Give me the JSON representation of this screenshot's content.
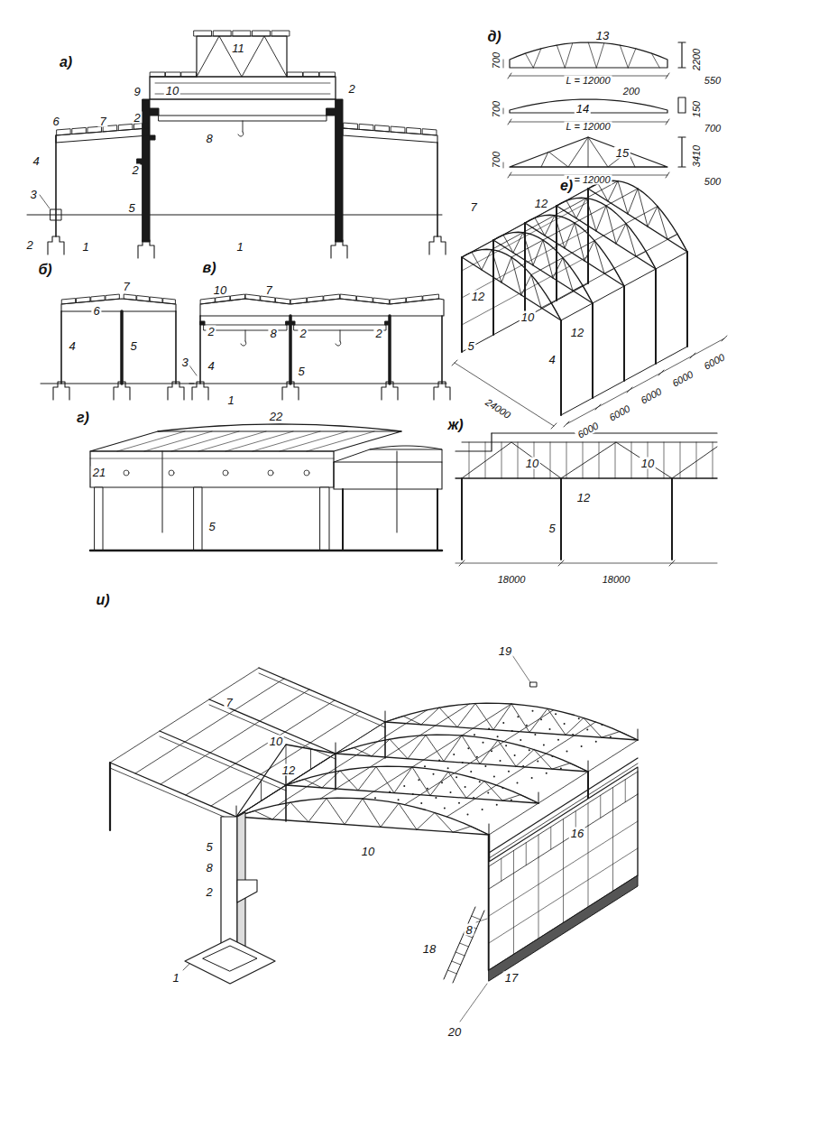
{
  "diagram": {
    "labels": [
      "а)",
      "11",
      "10",
      "9",
      "2",
      "2",
      "6",
      "7",
      "8",
      "4",
      "2",
      "5",
      "3",
      "2",
      "1",
      "1",
      "д)",
      "13",
      "700",
      "L = 12000",
      "2200",
      "550",
      "200",
      "700",
      "14",
      "L = 12000",
      "150",
      "700",
      "700",
      "15",
      "L = 12000",
      "3410",
      "500",
      "б)",
      "7",
      "6",
      "4",
      "5",
      "3",
      "1",
      "в)",
      "10",
      "7",
      "2",
      "8",
      "2",
      "2",
      "4",
      "5",
      "е)",
      "7",
      "12",
      "12",
      "10",
      "12",
      "5",
      "4",
      "24000",
      "6000",
      "6000",
      "6000",
      "6000",
      "6000",
      "г)",
      "22",
      "21",
      "5",
      "ж)",
      "10",
      "10",
      "12",
      "5",
      "18000",
      "18000",
      "и)",
      "7",
      "10",
      "12",
      "5",
      "8",
      "2",
      "10",
      "1",
      "19",
      "16",
      "8",
      "18",
      "17",
      "20"
    ]
  }
}
